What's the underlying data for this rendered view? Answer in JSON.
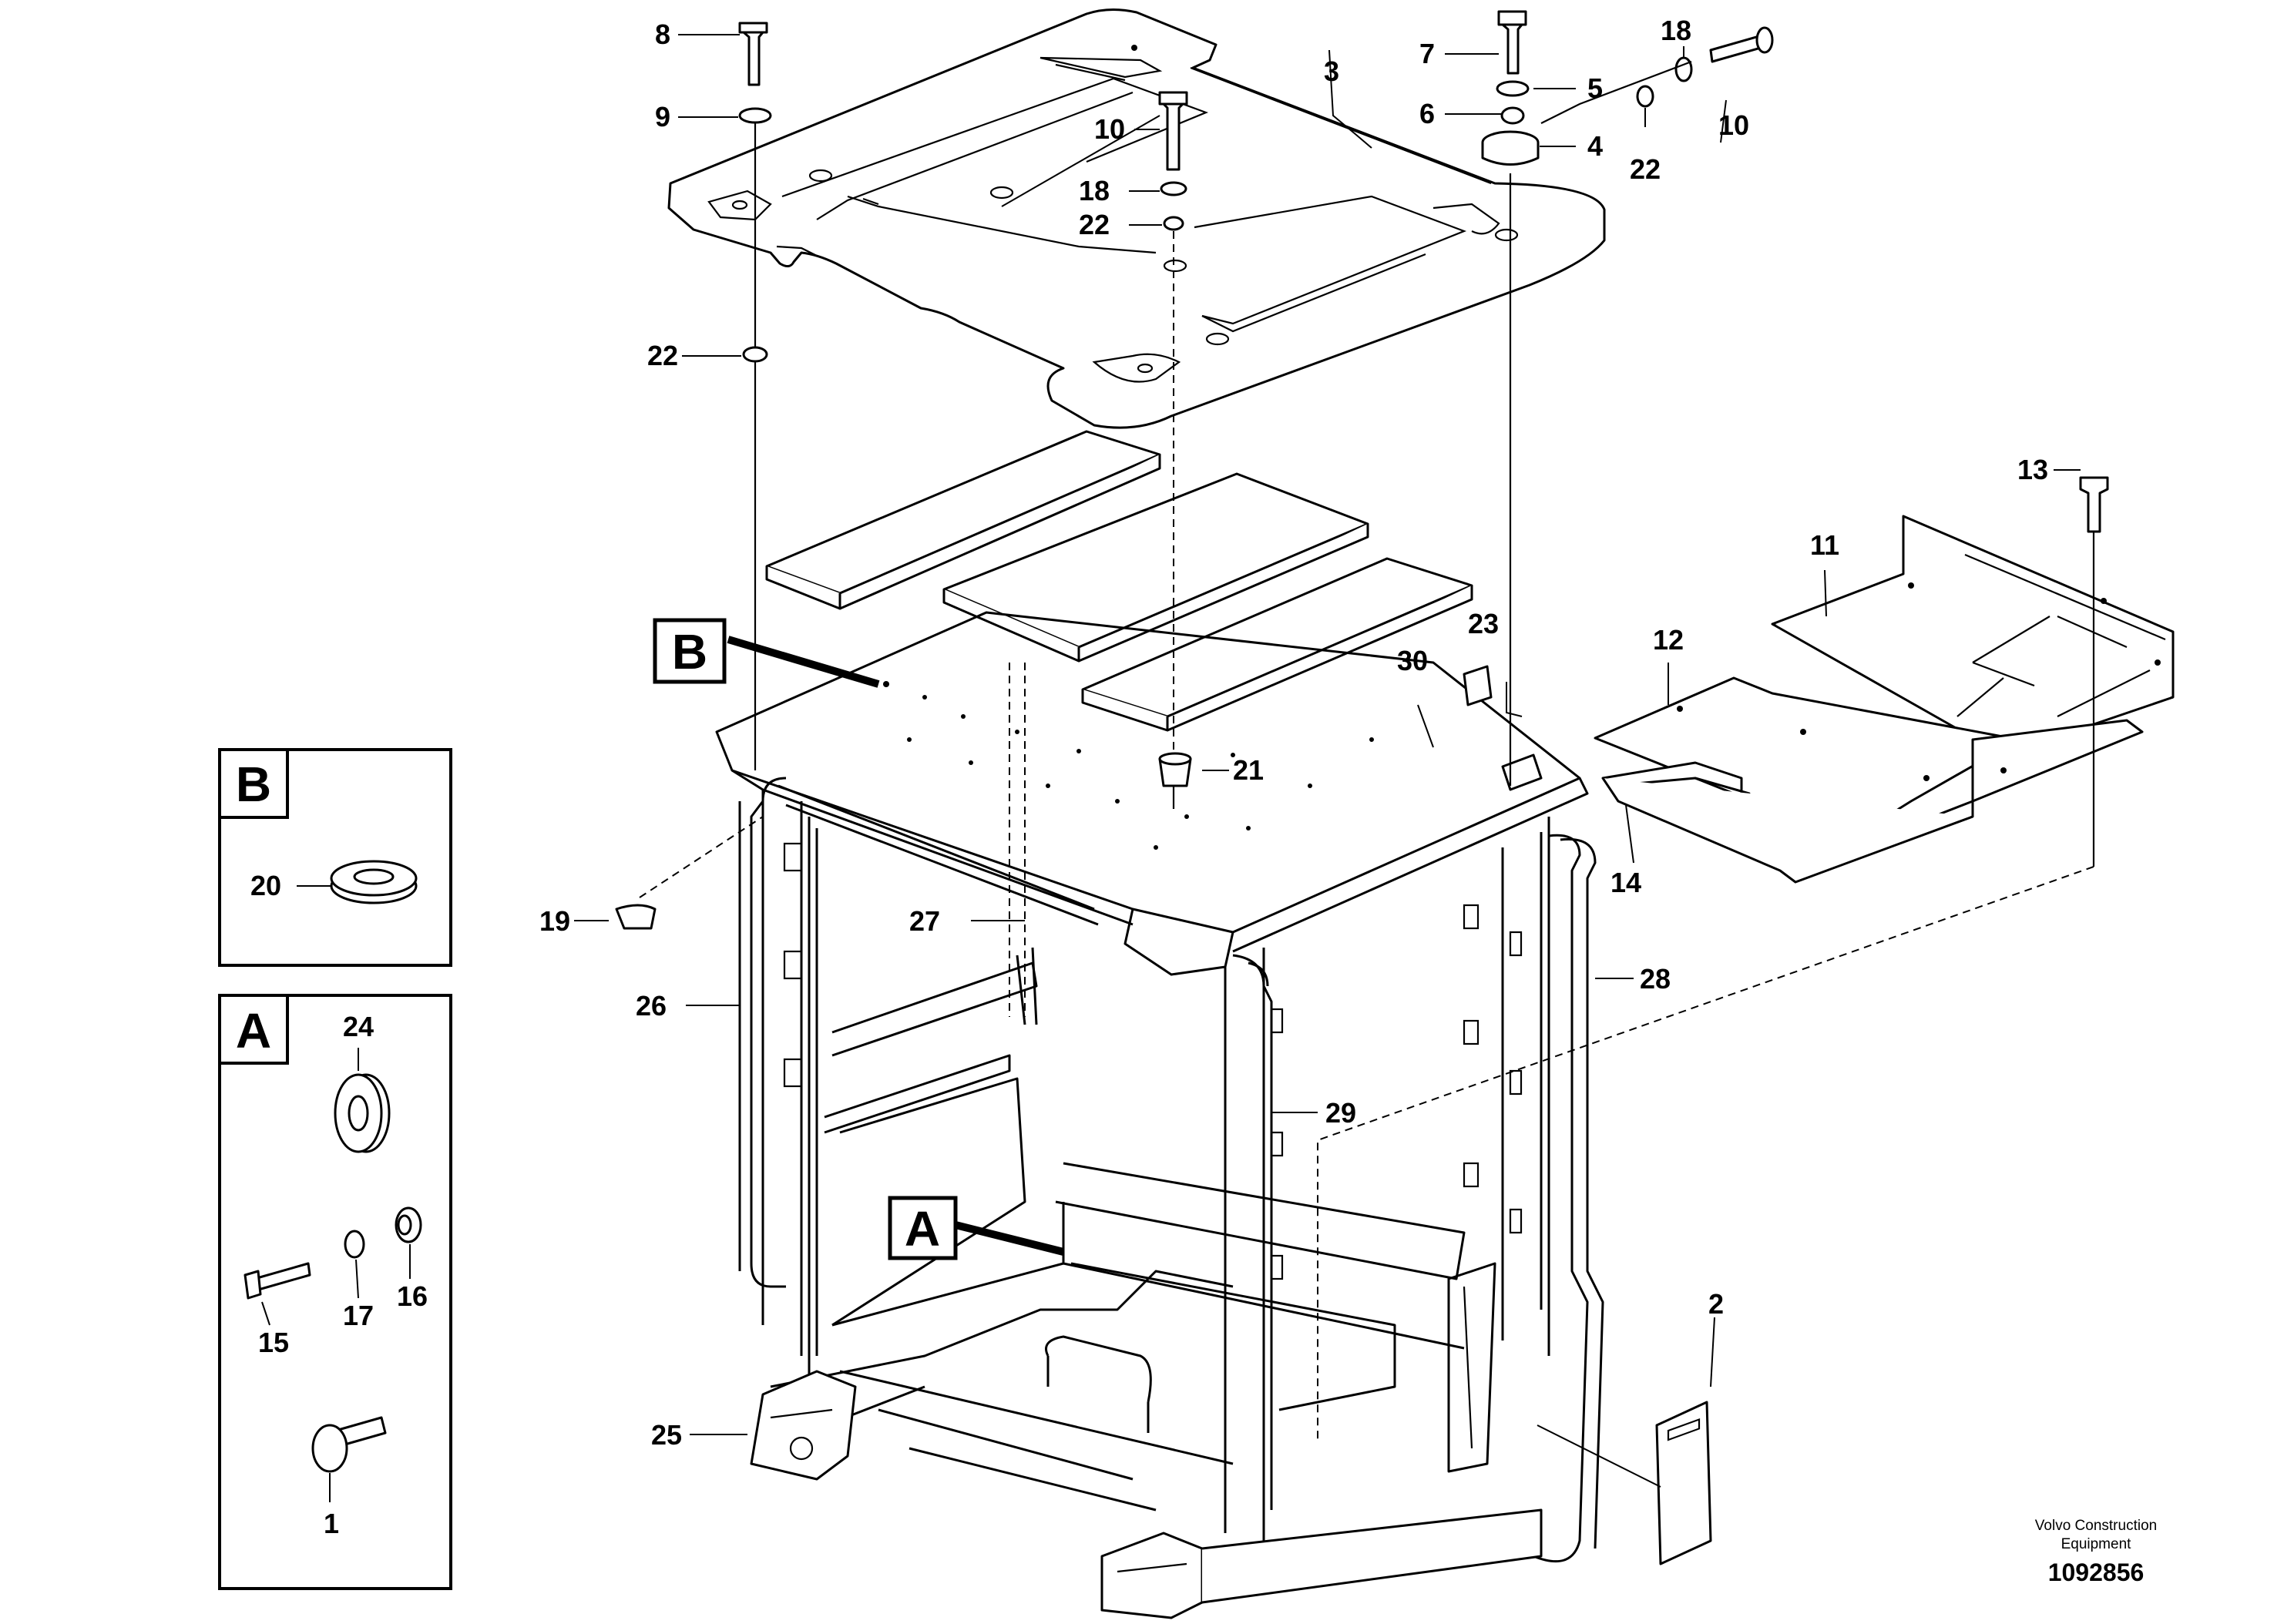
{
  "figure": {
    "callouts": [
      {
        "id": "c1",
        "text": "1"
      },
      {
        "id": "c2",
        "text": "2"
      },
      {
        "id": "c3",
        "text": "3"
      },
      {
        "id": "c4",
        "text": "4"
      },
      {
        "id": "c5",
        "text": "5"
      },
      {
        "id": "c6",
        "text": "6"
      },
      {
        "id": "c7",
        "text": "7"
      },
      {
        "id": "c8",
        "text": "8"
      },
      {
        "id": "c9",
        "text": "9"
      },
      {
        "id": "c10a",
        "text": "10"
      },
      {
        "id": "c10b",
        "text": "10"
      },
      {
        "id": "c11",
        "text": "11"
      },
      {
        "id": "c12",
        "text": "12"
      },
      {
        "id": "c13",
        "text": "13"
      },
      {
        "id": "c14",
        "text": "14"
      },
      {
        "id": "c15",
        "text": "15"
      },
      {
        "id": "c16",
        "text": "16"
      },
      {
        "id": "c17",
        "text": "17"
      },
      {
        "id": "c18a",
        "text": "18"
      },
      {
        "id": "c18b",
        "text": "18"
      },
      {
        "id": "c19",
        "text": "19"
      },
      {
        "id": "c20",
        "text": "20"
      },
      {
        "id": "c21",
        "text": "21"
      },
      {
        "id": "c22a",
        "text": "22"
      },
      {
        "id": "c22b",
        "text": "22"
      },
      {
        "id": "c22c",
        "text": "22"
      },
      {
        "id": "c23",
        "text": "23"
      },
      {
        "id": "c24",
        "text": "24"
      },
      {
        "id": "c25",
        "text": "25"
      },
      {
        "id": "c26",
        "text": "26"
      },
      {
        "id": "c27",
        "text": "27"
      },
      {
        "id": "c28",
        "text": "28"
      },
      {
        "id": "c29",
        "text": "29"
      },
      {
        "id": "c30",
        "text": "30"
      }
    ],
    "detail_labels": [
      {
        "id": "b-main",
        "text": "B"
      },
      {
        "id": "a-main",
        "text": "A"
      },
      {
        "id": "b-box",
        "text": "B"
      },
      {
        "id": "a-box",
        "text": "A"
      }
    ],
    "credit_line1": "Volvo Construction",
    "credit_line2": "Equipment",
    "document_number": "1092856"
  }
}
